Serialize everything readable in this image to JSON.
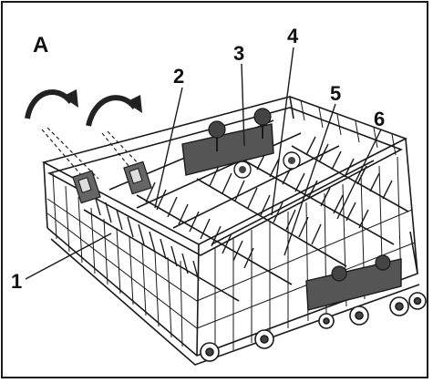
{
  "panel": {
    "letter": "A"
  },
  "callouts": [
    {
      "id": "1",
      "text": "1"
    },
    {
      "id": "2",
      "text": "2"
    },
    {
      "id": "3",
      "text": "3"
    },
    {
      "id": "4",
      "text": "4"
    },
    {
      "id": "5",
      "text": "5"
    },
    {
      "id": "6",
      "text": "6"
    }
  ],
  "colors": {
    "stroke": "#1a1a1a",
    "part_fill": "#555555",
    "background": "#ffffff"
  },
  "icons": [
    "curved-arrow-icon",
    "curved-arrow-icon"
  ]
}
